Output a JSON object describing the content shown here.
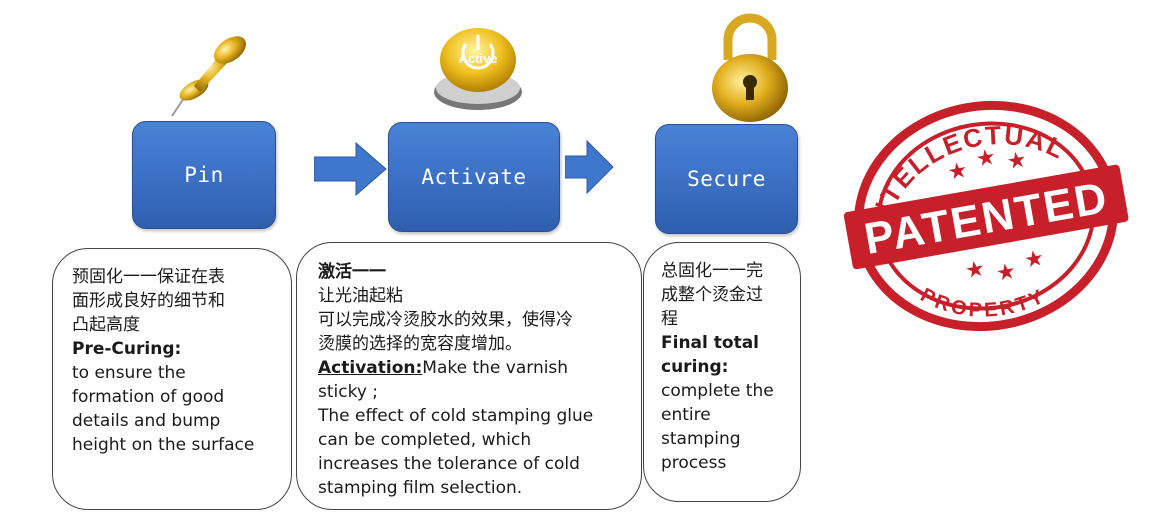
{
  "steps": [
    {
      "label": "Pin"
    },
    {
      "label": "Activate"
    },
    {
      "label": "Secure"
    }
  ],
  "icons": {
    "pin": "pushpin-icon",
    "activate": "activate-button-icon",
    "activate_text": "Active",
    "secure": "padlock-icon"
  },
  "descriptions": {
    "pin": {
      "cn_lines": [
        "预固化一一保证在表",
        "面形成良好的细节和",
        "凸起高度"
      ],
      "title": "Pre-Curing:",
      "en_lines": [
        "to ensure the",
        "formation of good",
        "details and bump",
        "height on the surface"
      ]
    },
    "activate": {
      "cn_title": "激活一一",
      "cn_lines": [
        "让光油起粘",
        "可以完成冷烫胶水的效果，使得冷",
        "烫膜的选择的宽容度增加。"
      ],
      "title": "Activation:",
      "en_first": "Make the varnish",
      "en_lines": [
        "sticky ;",
        "The effect of cold stamping glue",
        "can be completed, which",
        "increases the tolerance of cold",
        "stamping film selection."
      ]
    },
    "secure": {
      "cn_lines": [
        "总固化一一完",
        "成整个烫金过",
        "程"
      ],
      "title_lines": [
        "Final total",
        "curing:"
      ],
      "en_lines": [
        "complete the",
        "entire",
        "stamping",
        "process"
      ]
    }
  },
  "stamp": {
    "top_text": "INTELLECTUAL",
    "main_text": "PATENTED",
    "bottom_text": "PROPERTY",
    "color": "#c8202a"
  },
  "colors": {
    "step_box": "#3a6fc4",
    "arrow": "#3f77cc",
    "gold": "#e0b020"
  }
}
